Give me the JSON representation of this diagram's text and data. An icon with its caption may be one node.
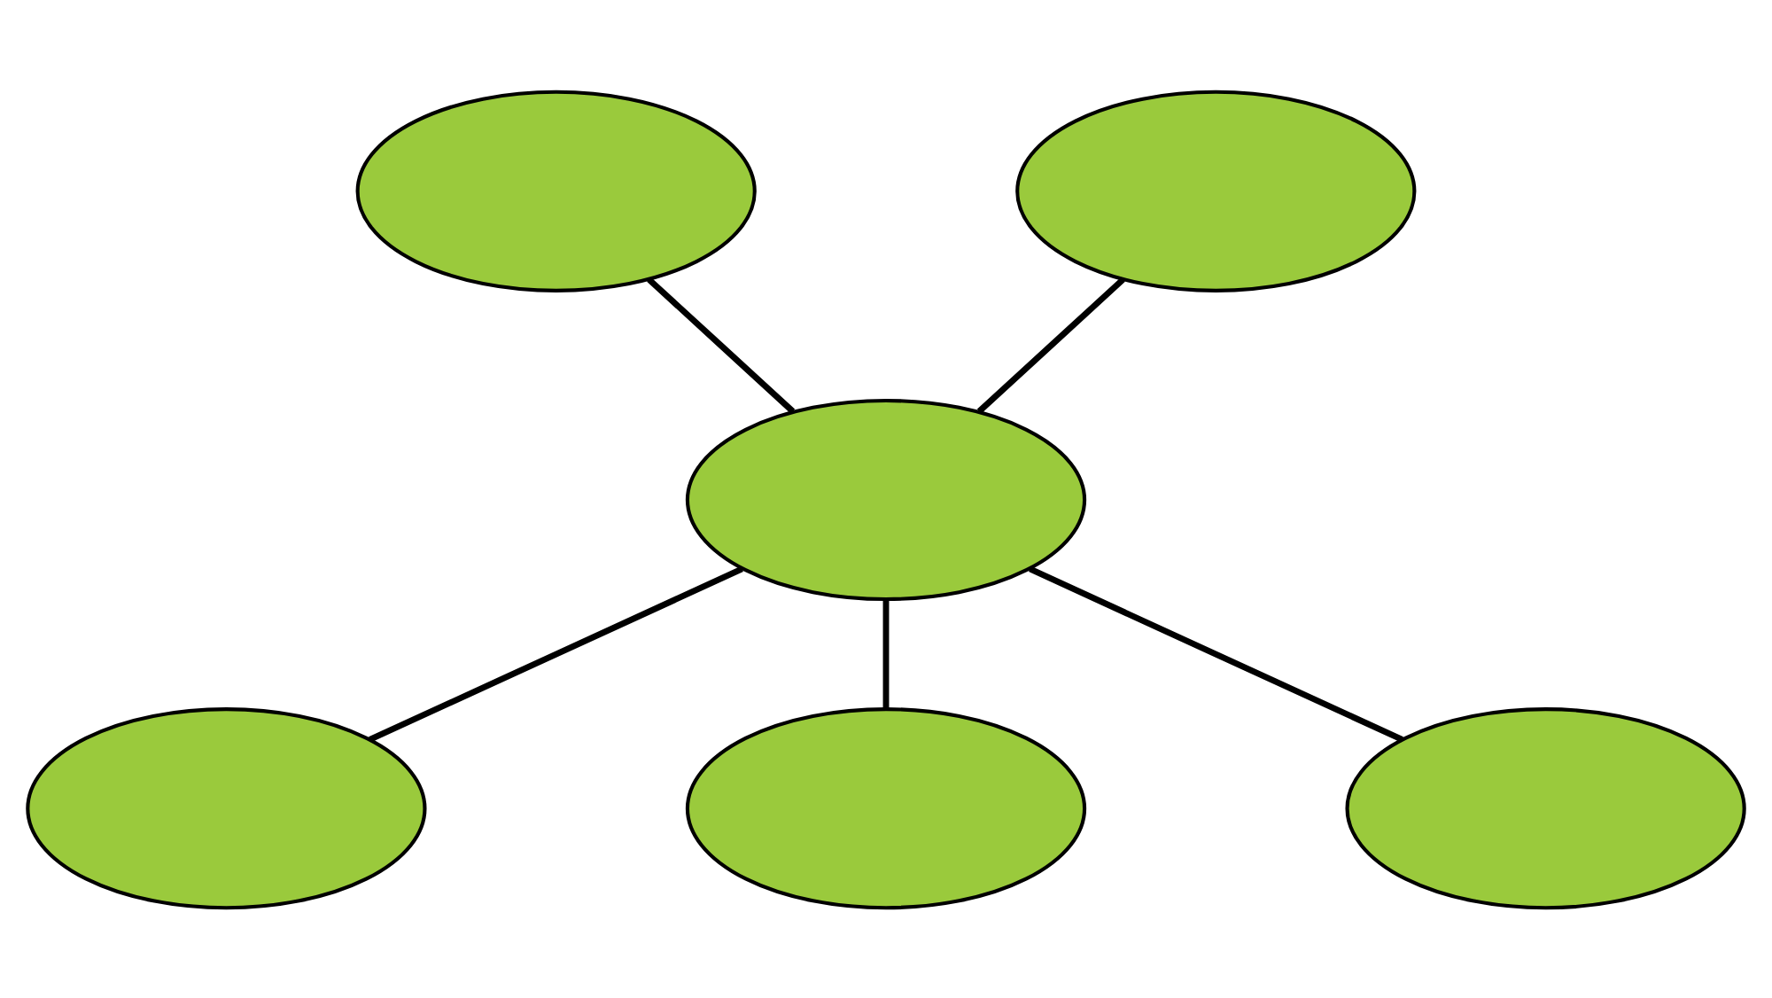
{
  "diagram": {
    "nodes": [
      {
        "text": [],
        "shape": "ellipse"
      },
      {
        "text": [],
        "shape": "ellipse"
      },
      {
        "text": [],
        "shape": "ellipse"
      },
      {
        "text": [],
        "shape": "ellipse"
      },
      {
        "text": [],
        "shape": "ellipse"
      },
      {
        "text": [],
        "shape": "ellipse"
      }
    ],
    "edges": [
      {
        "from": 0,
        "to": 2,
        "arrow": "none"
      },
      {
        "from": 1,
        "to": 2,
        "arrow": "none"
      },
      {
        "from": 2,
        "to": 3,
        "arrow": "none"
      },
      {
        "from": 2,
        "to": 5,
        "arrow": "none"
      },
      {
        "from": 2,
        "to": 4,
        "arrow": "none"
      }
    ]
  }
}
